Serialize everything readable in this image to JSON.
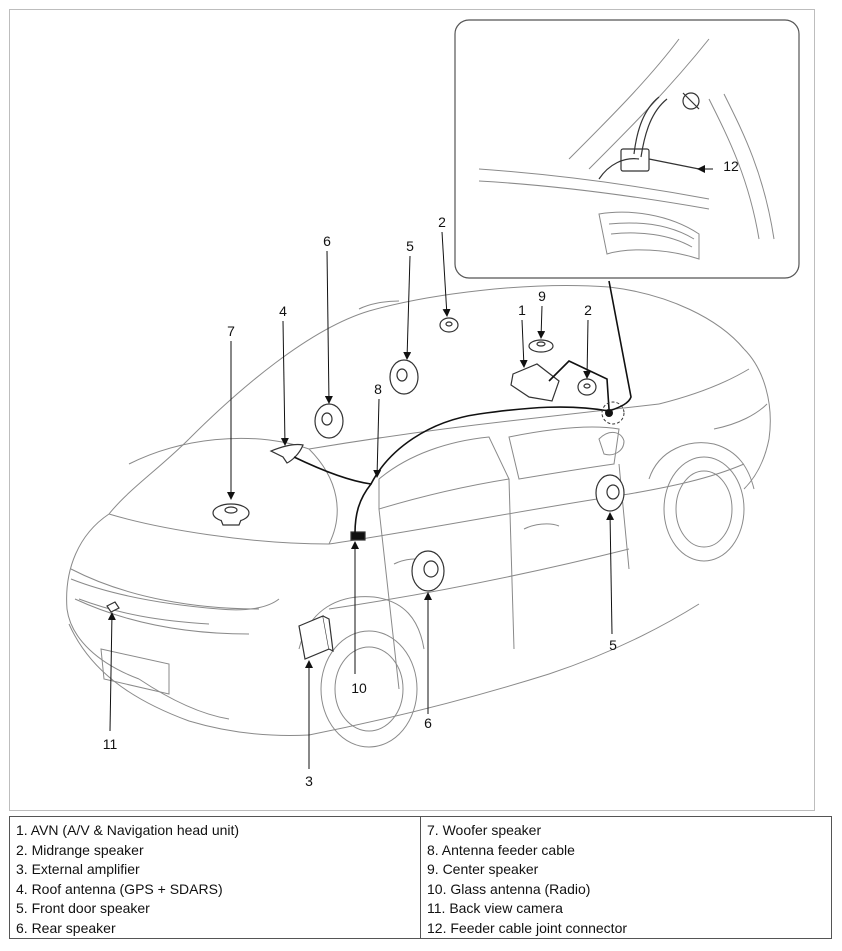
{
  "diagram": {
    "callouts": [
      {
        "id": "c7",
        "text": "7"
      },
      {
        "id": "c4",
        "text": "4"
      },
      {
        "id": "c6a",
        "text": "6"
      },
      {
        "id": "c8",
        "text": "8"
      },
      {
        "id": "c5a",
        "text": "5"
      },
      {
        "id": "c2a",
        "text": "2"
      },
      {
        "id": "c1",
        "text": "1"
      },
      {
        "id": "c9",
        "text": "9"
      },
      {
        "id": "c2b",
        "text": "2"
      },
      {
        "id": "c12",
        "text": "12"
      },
      {
        "id": "c5b",
        "text": "5"
      },
      {
        "id": "c10",
        "text": "10"
      },
      {
        "id": "c6b",
        "text": "6"
      },
      {
        "id": "c11",
        "text": "11"
      },
      {
        "id": "c3",
        "text": "3"
      }
    ]
  },
  "legend": {
    "left": [
      "1. AVN (A/V & Navigation head unit)",
      "2. Midrange speaker",
      "3. External amplifier",
      "4. Roof antenna (GPS + SDARS)",
      "5. Front door speaker",
      "6. Rear speaker"
    ],
    "right": [
      "7. Woofer speaker",
      "8. Antenna feeder cable",
      "9. Center speaker",
      "10. Glass antenna (Radio)",
      "11. Back view camera",
      "12. Feeder cable joint connector"
    ]
  }
}
